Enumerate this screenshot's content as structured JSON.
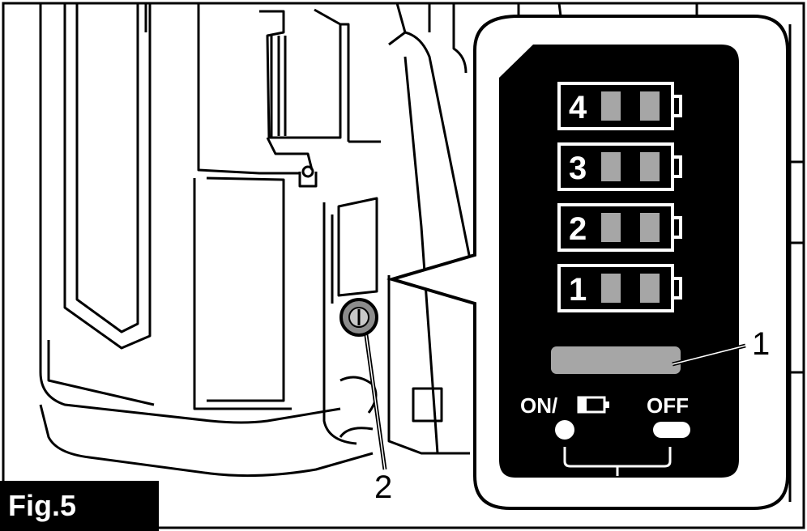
{
  "figure_label": "Fig.5",
  "callouts": [
    "1",
    "2"
  ],
  "panel": {
    "battery_levels": [
      "4",
      "3",
      "2",
      "1"
    ],
    "on_label": "ON/",
    "off_label": "OFF",
    "battery_icon": "battery-icon"
  },
  "colors": {
    "panel_bg": "#000000",
    "indicator": "#a6a6a6",
    "lines": "#000000"
  }
}
